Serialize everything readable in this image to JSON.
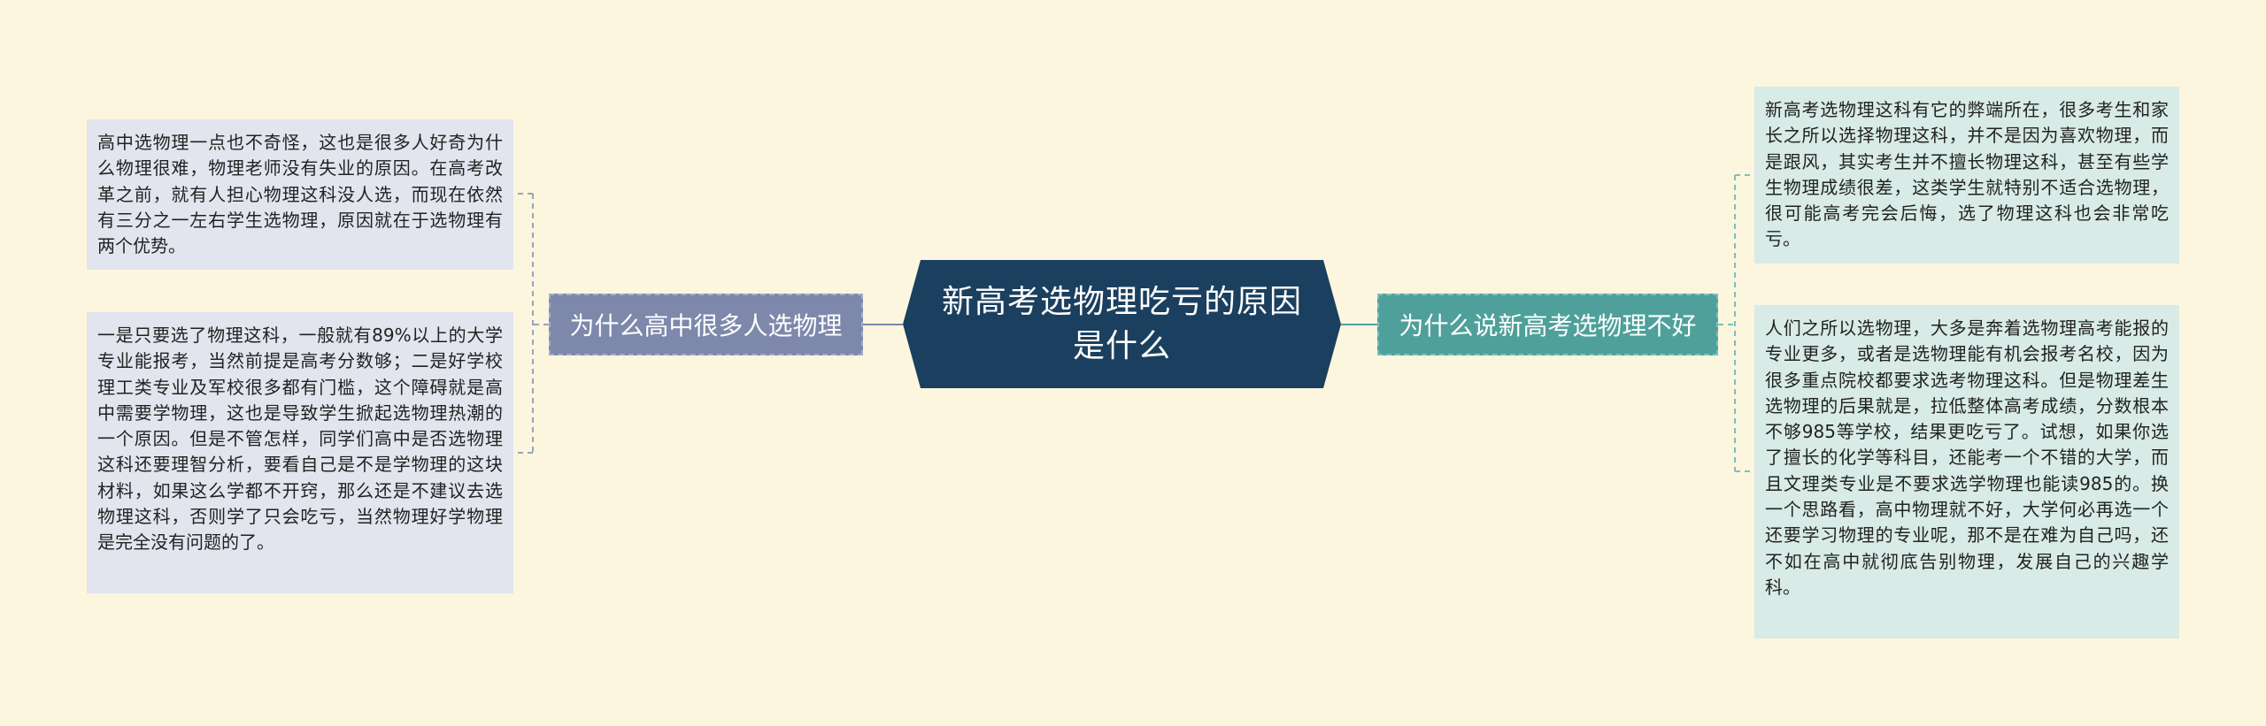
{
  "central": {
    "title": "新高考选物理吃亏的原因是什么"
  },
  "colors": {
    "background": "#fcf6df",
    "central": "#1b3f5e",
    "left_branch": "#7d88ab",
    "right_branch": "#4fa09b",
    "left_leaf": "#e2e5ee",
    "right_leaf": "#d8ebe6"
  },
  "left": {
    "branch_label": "为什么高中很多人选物理",
    "leaves": [
      "高中选物理一点也不奇怪，这也是很多人好奇为什么物理很难，物理老师没有失业的原因。在高考改革之前，就有人担心物理这科没人选，而现在依然有三分之一左右学生选物理，原因就在于选物理有两个优势。",
      "一是只要选了物理这科，一般就有89%以上的大学专业能报考，当然前提是高考分数够；二是好学校理工类专业及军校很多都有门槛，这个障碍就是高中需要学物理，这也是导致学生掀起选物理热潮的一个原因。但是不管怎样，同学们高中是否选物理这科还要理智分析，要看自己是不是学物理的这块材料，如果这么学都不开窍，那么还是不建议去选物理这科，否则学了只会吃亏，当然物理好学物理是完全没有问题的了。"
    ]
  },
  "right": {
    "branch_label": "为什么说新高考选物理不好",
    "leaves": [
      "新高考选物理这科有它的弊端所在，很多考生和家长之所以选择物理这科，并不是因为喜欢物理，而是跟风，其实考生并不擅长物理这科，甚至有些学生物理成绩很差，这类学生就特别不适合选物理，很可能高考完会后悔，选了物理这科也会非常吃亏。",
      "人们之所以选物理，大多是奔着选物理高考能报的专业更多，或者是选物理能有机会报考名校，因为很多重点院校都要求选考物理这科。但是物理差生选物理的后果就是，拉低整体高考成绩，分数根本不够985等学校，结果更吃亏了。试想，如果你选了擅长的化学等科目，还能考一个不错的大学，而且文理类专业是不要求选学物理也能读985的。换一个思路看，高中物理就不好，大学何必再选一个还要学习物理的专业呢，那不是在难为自己吗，还不如在高中就彻底告别物理，发展自己的兴趣学科。"
    ]
  }
}
